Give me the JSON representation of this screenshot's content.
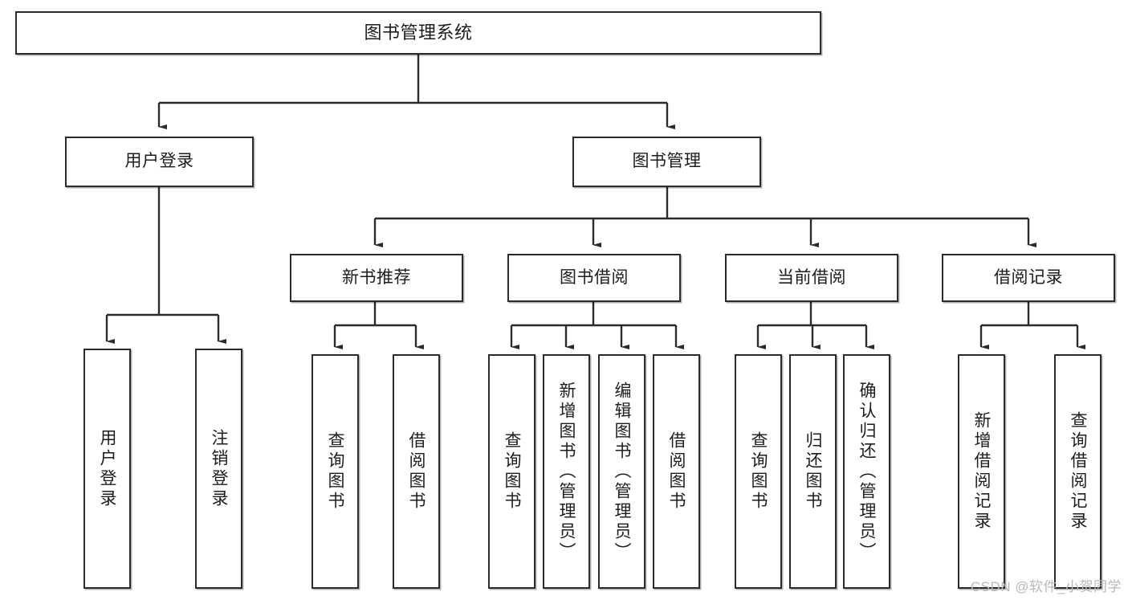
{
  "diagram": {
    "title": "图书管理系统",
    "type": "hierarchy-tree",
    "root": {
      "id": "root",
      "label": "图书管理系统",
      "orientation": "horizontal"
    },
    "level1": [
      {
        "id": "user-login",
        "label": "用户登录",
        "orientation": "horizontal"
      },
      {
        "id": "book-manage",
        "label": "图书管理",
        "orientation": "horizontal"
      }
    ],
    "level2": [
      {
        "id": "new-book-recommend",
        "label": "新书推荐",
        "orientation": "horizontal",
        "parent": "book-manage"
      },
      {
        "id": "book-borrow",
        "label": "图书借阅",
        "orientation": "horizontal",
        "parent": "book-manage"
      },
      {
        "id": "current-borrow",
        "label": "当前借阅",
        "orientation": "horizontal",
        "parent": "book-manage"
      },
      {
        "id": "borrow-record",
        "label": "借阅记录",
        "orientation": "horizontal",
        "parent": "book-manage"
      }
    ],
    "leaves": [
      {
        "id": "leaf-user-login",
        "label": "用户登录",
        "parent": "user-login"
      },
      {
        "id": "leaf-logout-login",
        "label": "注销登录",
        "parent": "user-login"
      },
      {
        "id": "leaf-query-book-rec",
        "label": "查询图书",
        "parent": "new-book-recommend"
      },
      {
        "id": "leaf-borrow-book-rec",
        "label": "借阅图书",
        "parent": "new-book-recommend"
      },
      {
        "id": "leaf-query-book-borrow",
        "label": "查询图书",
        "parent": "book-borrow"
      },
      {
        "id": "leaf-add-book-admin",
        "label": "新增图书（管理员）",
        "parent": "book-borrow"
      },
      {
        "id": "leaf-edit-book-admin",
        "label": "编辑图书（管理员）",
        "parent": "book-borrow"
      },
      {
        "id": "leaf-borrow-book",
        "label": "借阅图书",
        "parent": "book-borrow"
      },
      {
        "id": "leaf-query-book-current",
        "label": "查询图书",
        "parent": "current-borrow"
      },
      {
        "id": "leaf-return-book",
        "label": "归还图书",
        "parent": "current-borrow"
      },
      {
        "id": "leaf-confirm-return-admin",
        "label": "确认归还（管理员）",
        "parent": "current-borrow"
      },
      {
        "id": "leaf-add-borrow-record",
        "label": "新增借阅记录",
        "parent": "borrow-record"
      },
      {
        "id": "leaf-query-borrow-record",
        "label": "查询借阅记录",
        "parent": "borrow-record"
      }
    ],
    "watermark": "CSDN @软件_小贺同学",
    "colors": {
      "stroke": "#2b2b2b",
      "background": "#ffffff",
      "text": "#1d1d1d",
      "watermark": "#b9b9b9"
    }
  }
}
